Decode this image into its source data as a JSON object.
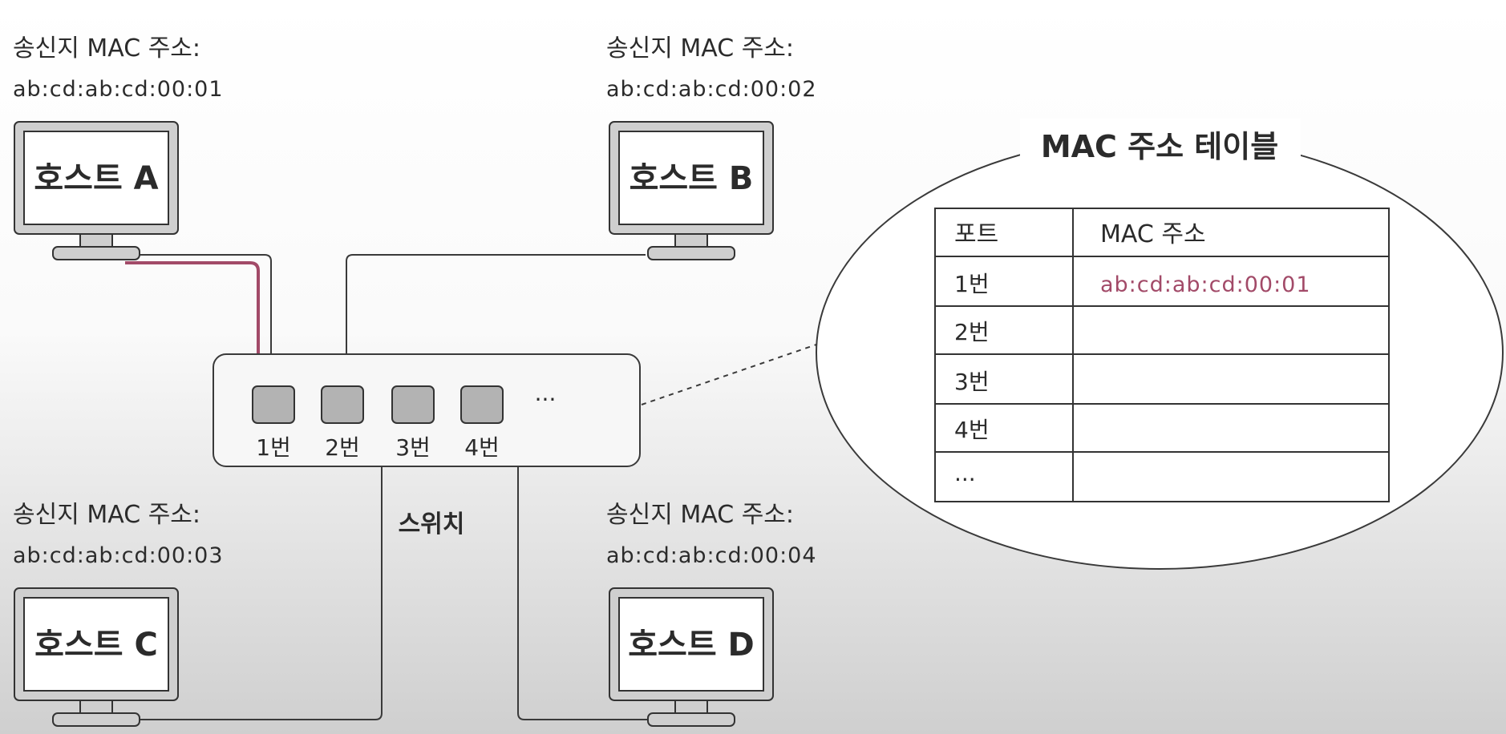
{
  "hosts": {
    "a": {
      "mac_label": "송신지 MAC 주소:",
      "mac": "ab:cd:ab:cd:00:01",
      "name": "호스트 A"
    },
    "b": {
      "mac_label": "송신지 MAC 주소:",
      "mac": "ab:cd:ab:cd:00:02",
      "name": "호스트 B"
    },
    "c": {
      "mac_label": "송신지 MAC 주소:",
      "mac": "ab:cd:ab:cd:00:03",
      "name": "호스트 C"
    },
    "d": {
      "mac_label": "송신지 MAC 주소:",
      "mac": "ab:cd:ab:cd:00:04",
      "name": "호스트 D"
    }
  },
  "switch": {
    "label": "스위치",
    "ports": [
      "1번",
      "2번",
      "3번",
      "4번"
    ],
    "more": "···"
  },
  "mac_table": {
    "title": "MAC 주소 테이블",
    "headers": {
      "port": "포트",
      "mac": "MAC 주소"
    },
    "rows": [
      {
        "port": "1번",
        "mac": "ab:cd:ab:cd:00:01"
      },
      {
        "port": "2번",
        "mac": ""
      },
      {
        "port": "3번",
        "mac": ""
      },
      {
        "port": "4번",
        "mac": ""
      },
      {
        "port": "···",
        "mac": ""
      }
    ]
  },
  "colors": {
    "highlight": "#a24a68",
    "line": "#3a3a3a",
    "port_fill": "#b3b3b3",
    "monitor_frame": "#cfcfcf"
  }
}
